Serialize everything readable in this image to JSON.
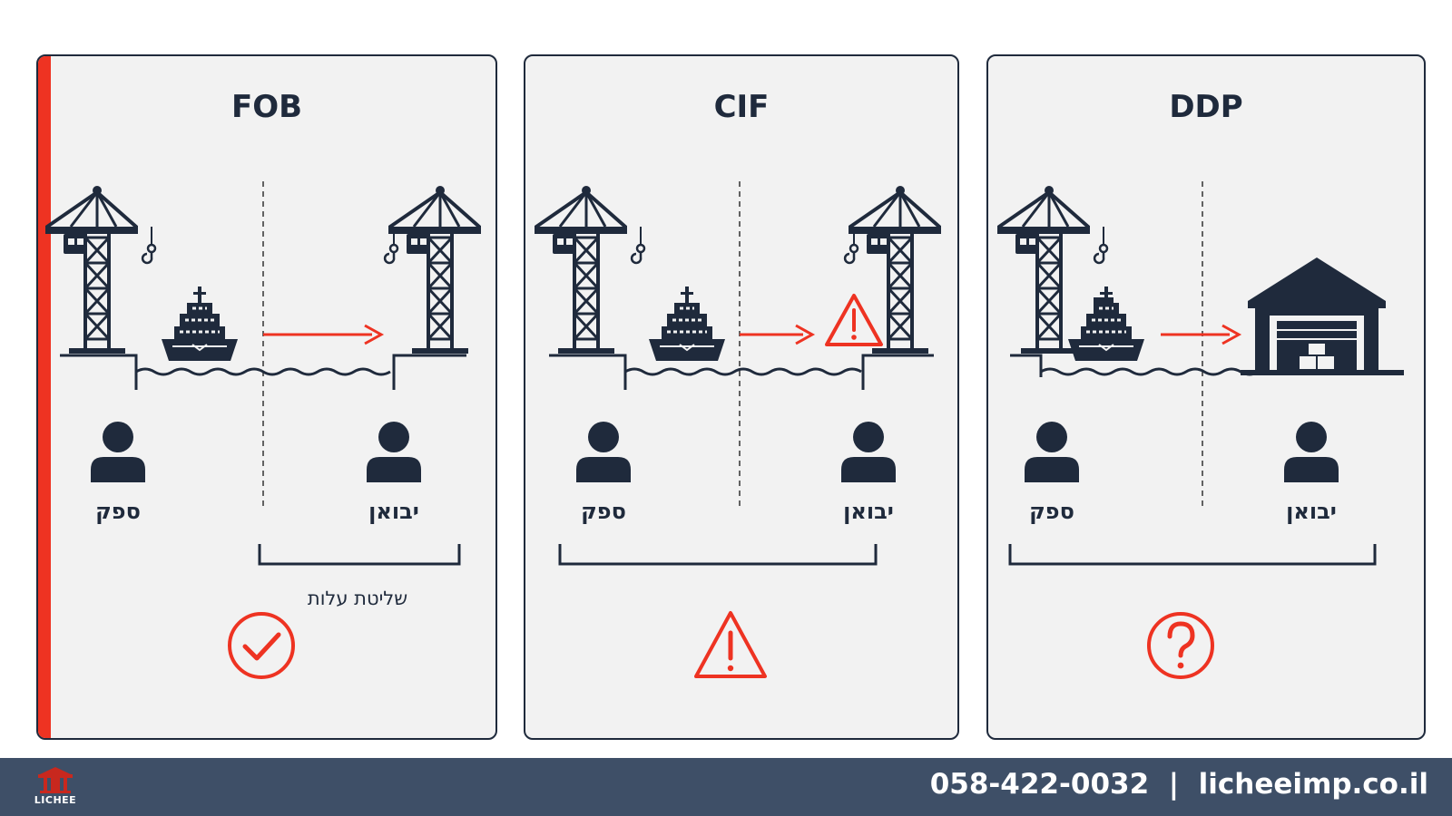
{
  "cards": [
    {
      "title": "FOB",
      "supplier_label": "ספק",
      "importer_label": "יבואן",
      "control_label": "שליטת עלות",
      "status_icon": "check-circle-icon",
      "highlighted": true
    },
    {
      "title": "CIF",
      "supplier_label": "ספק",
      "importer_label": "יבואן",
      "status_icon": "warning-triangle-icon",
      "highlighted": false
    },
    {
      "title": "DDP",
      "supplier_label": "ספק",
      "importer_label": "יבואן",
      "status_icon": "question-circle-icon",
      "highlighted": false
    }
  ],
  "footer": {
    "logo_text": "LICHEE",
    "contact": "058-422-0032  |  licheeimp.co.il"
  },
  "colors": {
    "navy": "#1f2a3c",
    "accent": "#ee3322",
    "card_bg": "#f2f2f2",
    "footer_bg": "#3e4f67"
  }
}
